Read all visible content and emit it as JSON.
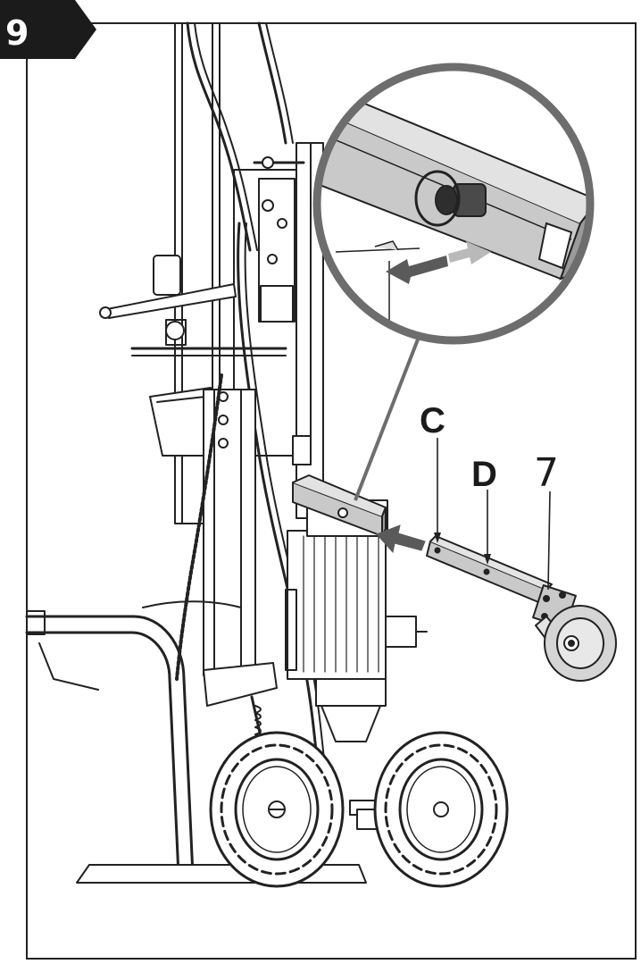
{
  "step": {
    "number": "9"
  },
  "labels": {
    "c": "C",
    "d": "D",
    "seven": "7"
  },
  "colors": {
    "badge": "#1b1b1b",
    "line": "#222222",
    "gray_fill": "#c9c9c9",
    "dark_arrow": "#5a5a5a",
    "light_arrow": "#b9b9b9",
    "zoom_ring": "#6d6d6d"
  },
  "icons": [
    "install-arrow-icon",
    "slide-left-arrow-icon",
    "slide-right-arrow-icon",
    "pin-clip-icon"
  ]
}
